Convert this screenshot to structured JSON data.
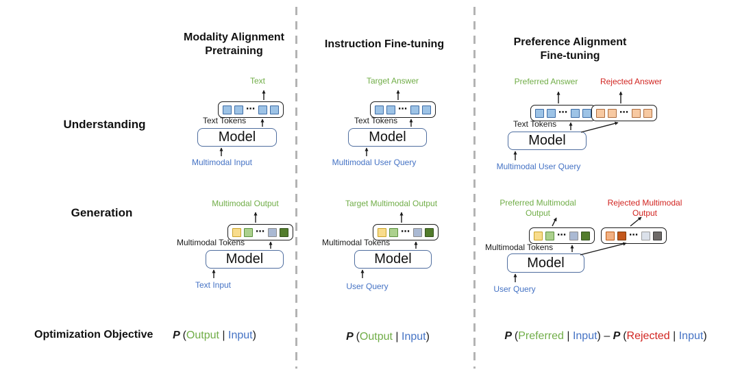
{
  "colors": {
    "green": "#70ad47",
    "blue": "#4472c4",
    "red": "#d12420",
    "model-border": "#4d6c9e",
    "box-border": "#1a1a1a",
    "divider": "#b3b3b3"
  },
  "columns": [
    {
      "title_lines": [
        "Modality Alignment",
        "Pretraining"
      ]
    },
    {
      "title_lines": [
        "Instruction Fine-tuning"
      ]
    },
    {
      "title_lines": [
        "Preference Alignment",
        "Fine-tuning"
      ]
    }
  ],
  "row_labels": {
    "understanding": "Understanding",
    "generation": "Generation"
  },
  "understanding": {
    "col1": {
      "output": "Text",
      "tokens_caption": "Text Tokens",
      "model": "Model",
      "input": "Multimodal Input"
    },
    "col2": {
      "output": "Target Answer",
      "tokens_caption": "Text Tokens",
      "model": "Model",
      "input": "Multimodal User Query"
    },
    "col3": {
      "preferred": "Preferred Answer",
      "rejected": "Rejected Answer",
      "tokens_caption": "Text Tokens",
      "model": "Model",
      "input": "Multimodal User Query"
    }
  },
  "generation": {
    "col1": {
      "output": "Multimodal Output",
      "tokens_caption": "Multimodal Tokens",
      "model": "Model",
      "input": "Text Input"
    },
    "col2": {
      "output": "Target Multimodal Output",
      "tokens_caption": "Multimodal Tokens",
      "model": "Model",
      "input": "User Query"
    },
    "col3": {
      "preferred": "Preferred Multimodal Output",
      "rejected": "Rejected Multimodal Output",
      "tokens_caption": "Multimodal Tokens",
      "model": "Model",
      "input": "User Query"
    }
  },
  "objective": {
    "label": "Optimization Objective",
    "formulas": [
      {
        "segments": [
          {
            "text": "P ",
            "style": "p"
          },
          {
            "text": "(",
            "style": "k"
          },
          {
            "text": "Output",
            "style": "g"
          },
          {
            "text": " | ",
            "style": "k"
          },
          {
            "text": "Input",
            "style": "b"
          },
          {
            "text": ")",
            "style": "k"
          }
        ]
      },
      {
        "segments": [
          {
            "text": "P ",
            "style": "p"
          },
          {
            "text": "(",
            "style": "k"
          },
          {
            "text": "Output",
            "style": "g"
          },
          {
            "text": " | ",
            "style": "k"
          },
          {
            "text": "Input",
            "style": "b"
          },
          {
            "text": ")",
            "style": "k"
          }
        ]
      },
      {
        "segments": [
          {
            "text": "P ",
            "style": "p"
          },
          {
            "text": "(",
            "style": "k"
          },
          {
            "text": "Preferred",
            "style": "g"
          },
          {
            "text": " | ",
            "style": "k"
          },
          {
            "text": "Input",
            "style": "b"
          },
          {
            "text": ") ",
            "style": "k"
          },
          {
            "text": "– ",
            "style": "k"
          },
          {
            "text": "P ",
            "style": "p"
          },
          {
            "text": "(",
            "style": "k"
          },
          {
            "text": "Rejected",
            "style": "r"
          },
          {
            "text": " | ",
            "style": "k"
          },
          {
            "text": "Input",
            "style": "b"
          },
          {
            "text": ")",
            "style": "k"
          }
        ]
      }
    ]
  },
  "token_sets": {
    "text_tokens": {
      "squares": [
        {
          "fill": "#9dc3e6",
          "border": "#3c6ba5"
        },
        {
          "fill": "#9dc3e6",
          "border": "#3c6ba5"
        },
        {
          "dots": true
        },
        {
          "fill": "#9dc3e6",
          "border": "#3c6ba5"
        },
        {
          "fill": "#9dc3e6",
          "border": "#3c6ba5"
        }
      ]
    },
    "rejected_text_tokens": {
      "squares": [
        {
          "fill": "#f7c9a2",
          "border": "#ad6c3f"
        },
        {
          "fill": "#f7c9a2",
          "border": "#ad6c3f"
        },
        {
          "dots": true
        },
        {
          "fill": "#f7c9a2",
          "border": "#ad6c3f"
        },
        {
          "fill": "#f7c9a2",
          "border": "#ad6c3f"
        }
      ]
    },
    "multimodal_tokens": {
      "squares": [
        {
          "fill": "#f8dc8c",
          "border": "#c9a227"
        },
        {
          "fill": "#abd08d",
          "border": "#5a8f3c"
        },
        {
          "dots": true
        },
        {
          "fill": "#aab9d3",
          "border": "#8c8c8c"
        },
        {
          "fill": "#527c2c",
          "border": "#33511b"
        }
      ]
    },
    "rejected_multimodal_tokens": {
      "squares": [
        {
          "fill": "#f2b183",
          "border": "#c05a11"
        },
        {
          "fill": "#c3571b",
          "border": "#7c3a0a"
        },
        {
          "dots": true
        },
        {
          "fill": "#dbe1ea",
          "border": "#9a9a9a"
        },
        {
          "fill": "#6e6a68",
          "border": "#3a3a3a"
        }
      ]
    }
  }
}
